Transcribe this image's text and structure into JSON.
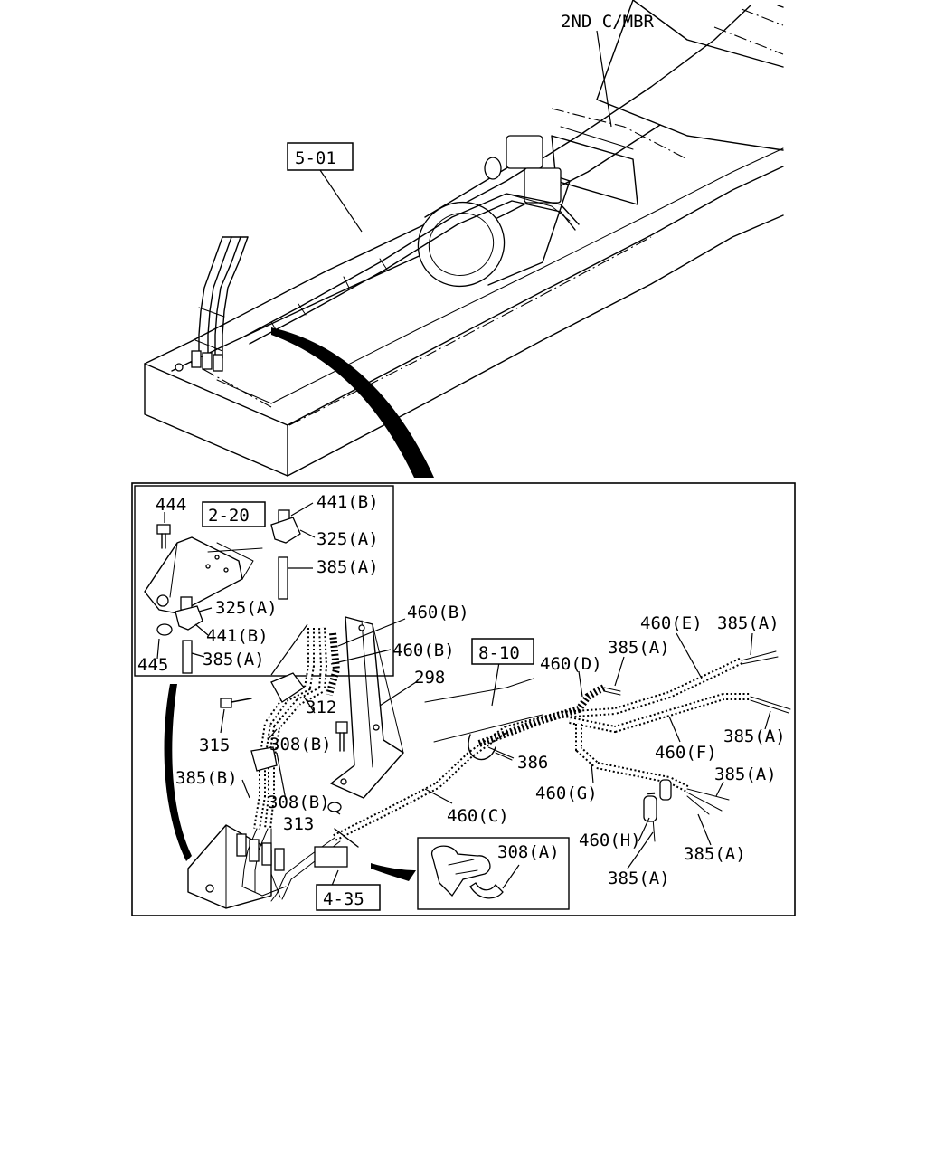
{
  "labels": {
    "second_cross_member": "2ND C/MBR",
    "ref_5_01": "5-01",
    "ref_2_20": "2-20",
    "ref_8_10": "8-10",
    "ref_4_35": "4-35",
    "p444": "444",
    "p445": "445",
    "p441b_top": "441(B)",
    "p325a_top": "325(A)",
    "p385a_top": "385(A)",
    "p325a_bot": "325(A)",
    "p441b_bot": "441(B)",
    "p385a_bot": "385(A)",
    "p460b_1": "460(B)",
    "p460b_2": "460(B)",
    "p298": "298",
    "p312": "312",
    "p315": "315",
    "p308b_1": "308(B)",
    "p308b_2": "308(B)",
    "p313": "313",
    "p385b": "385(B)",
    "p386": "386",
    "p460c": "460(C)",
    "p460d": "460(D)",
    "p385a_d": "385(A)",
    "p460e": "460(E)",
    "p385a_e": "385(A)",
    "p385a_f": "385(A)",
    "p460f": "460(F)",
    "p460g": "460(G)",
    "p385a_g": "385(A)",
    "p460h": "460(H)",
    "p385a_h1": "385(A)",
    "p385a_h2": "385(A)",
    "p308a": "308(A)"
  }
}
